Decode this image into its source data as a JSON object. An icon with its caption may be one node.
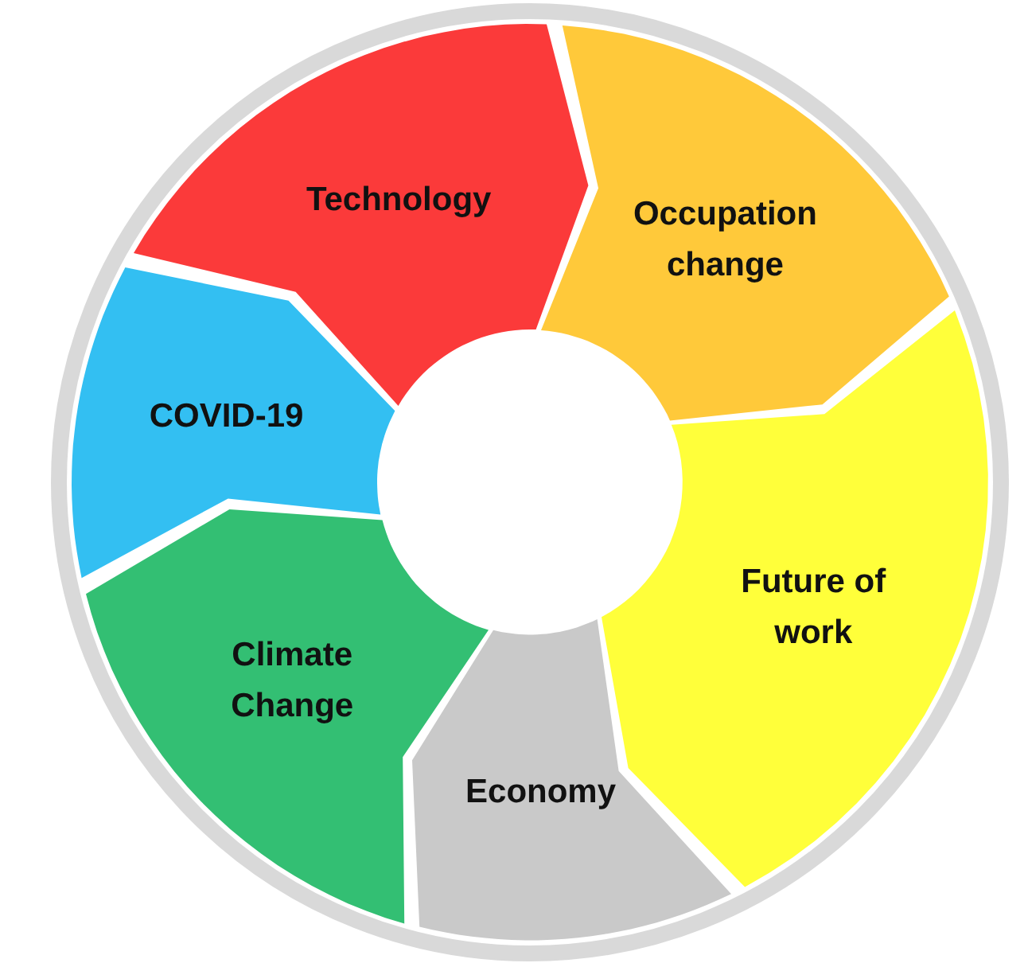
{
  "diagram": {
    "nodes": [
      {
        "text": [
          "Technology"
        ]
      },
      {
        "text": [
          "Occupation change"
        ]
      },
      {
        "text": [
          "Future of work"
        ]
      },
      {
        "text": [
          "Economy"
        ]
      },
      {
        "text": [
          "Climate Change"
        ]
      },
      {
        "text": [
          "COVID-19"
        ]
      }
    ]
  }
}
